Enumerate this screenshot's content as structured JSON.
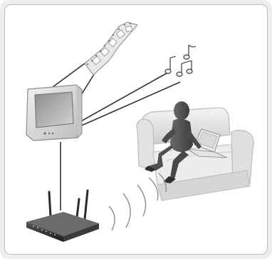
{
  "illustration": {
    "kind": "media streaming diagram",
    "elements": [
      "film-strip",
      "music-notes",
      "television",
      "wireless-router",
      "wifi-waves",
      "person-on-sofa",
      "laptop"
    ]
  },
  "colors": {
    "frame": "#eeeeee",
    "canvas": "#ffffff",
    "border": "#bdbdbd",
    "connector": "#3a3a3a",
    "device_body": "#d9d9d9",
    "router": "#2b2b2b",
    "sofa": "#e6e6e6",
    "person": "#555555"
  }
}
